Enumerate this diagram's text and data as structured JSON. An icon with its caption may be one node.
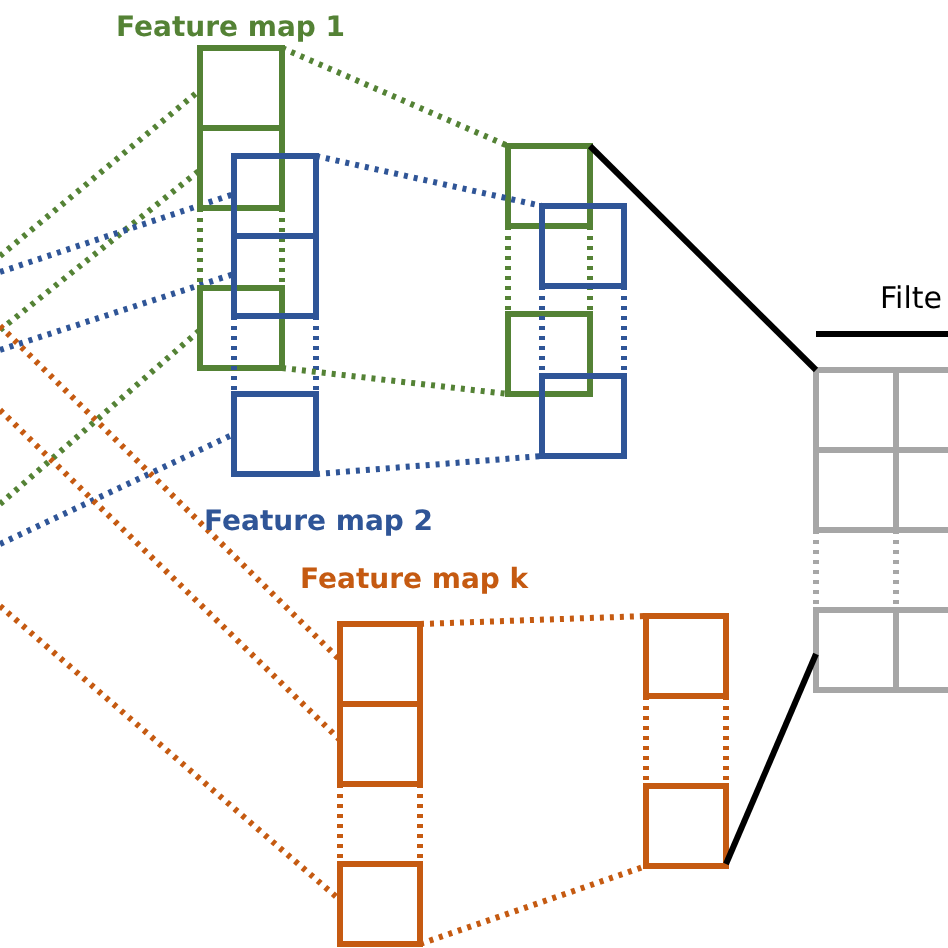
{
  "diagram": {
    "labels": [
      "Feature map 1",
      "Feature map 2",
      "Feature map k",
      "Filte"
    ]
  }
}
